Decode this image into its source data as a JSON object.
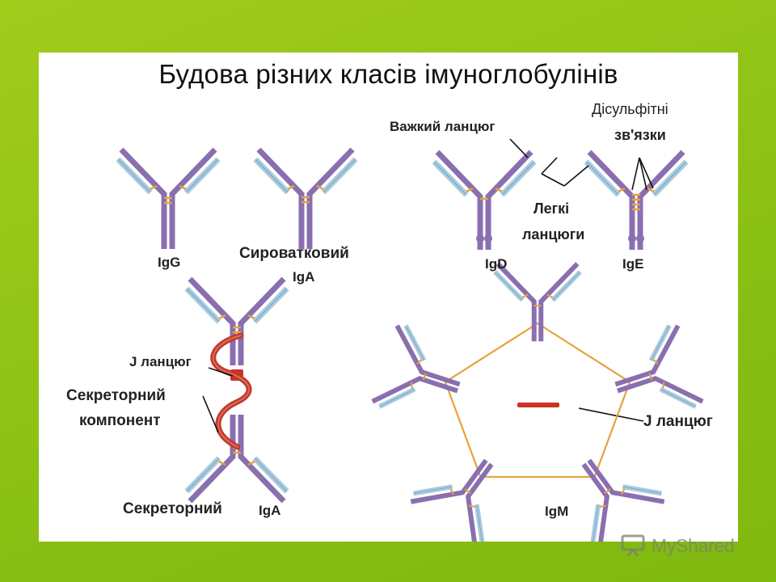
{
  "title": "Будова різних класів імуноглобулінів",
  "labels": {
    "igg": "IgG",
    "serum": "Сироватковий",
    "serum_iga": "IgA",
    "igd": "IgD",
    "ige": "IgE",
    "heavy_chain": "Важкий ланцюг",
    "disulfide_1": "Дісульфітні",
    "disulfide_2": "зв'язки",
    "light_1": "Легкі",
    "light_2": "ланцюги",
    "j_chain_left": "J ланцюг",
    "secretory_component_1": "Секреторний",
    "secretory_component_2": "компонент",
    "secretory": "Секреторний",
    "secretory_iga": "IgA",
    "j_chain_right": "J ланцюг",
    "igm": "IgM"
  },
  "colors": {
    "heavy_chain": "#8a6fb0",
    "light_chain": "#a9cbe0",
    "disulfide_bond": "#e6a23c",
    "j_chain": "#cc3322",
    "secretory_component": "#c0392b",
    "background": "#8fc316"
  },
  "watermark": "MyShared"
}
